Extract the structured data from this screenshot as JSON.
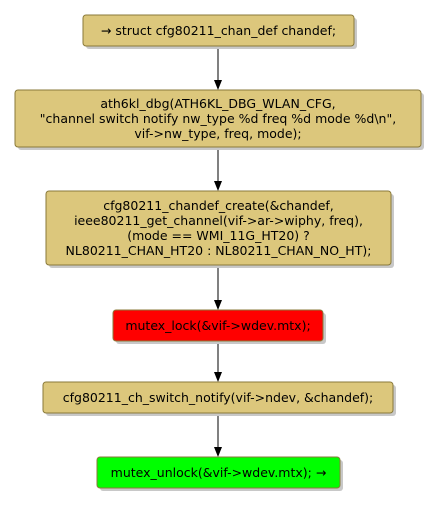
{
  "diagram": {
    "colors": {
      "default_node": "#dcc77c",
      "lock_node": "#ff0000",
      "unlock_node": "#00ff00",
      "border": "#8a7a3a",
      "edge": "#000000"
    },
    "nodes": [
      {
        "id": "n1",
        "kind": "default",
        "lines": [
          "→ struct cfg80211_chan_def chandef;"
        ]
      },
      {
        "id": "n2",
        "kind": "default",
        "lines": [
          "ath6kl_dbg(ATH6KL_DBG_WLAN_CFG,",
          "\"channel switch notify nw_type %d freq %d mode %d\\n\",",
          "vif->nw_type, freq, mode);"
        ]
      },
      {
        "id": "n3",
        "kind": "default",
        "lines": [
          "cfg80211_chandef_create(&chandef,",
          "ieee80211_get_channel(vif->ar->wiphy, freq),",
          "(mode == WMI_11G_HT20) ?",
          "NL80211_CHAN_HT20 : NL80211_CHAN_NO_HT);"
        ]
      },
      {
        "id": "n4",
        "kind": "lock",
        "lines": [
          "mutex_lock(&vif->wdev.mtx);"
        ]
      },
      {
        "id": "n5",
        "kind": "default",
        "lines": [
          "cfg80211_ch_switch_notify(vif->ndev, &chandef);"
        ]
      },
      {
        "id": "n6",
        "kind": "unlock",
        "lines": [
          "mutex_unlock(&vif->wdev.mtx); →"
        ]
      }
    ],
    "edges": [
      {
        "from": "n1",
        "to": "n2"
      },
      {
        "from": "n2",
        "to": "n3"
      },
      {
        "from": "n3",
        "to": "n4"
      },
      {
        "from": "n4",
        "to": "n5"
      },
      {
        "from": "n5",
        "to": "n6"
      }
    ]
  }
}
